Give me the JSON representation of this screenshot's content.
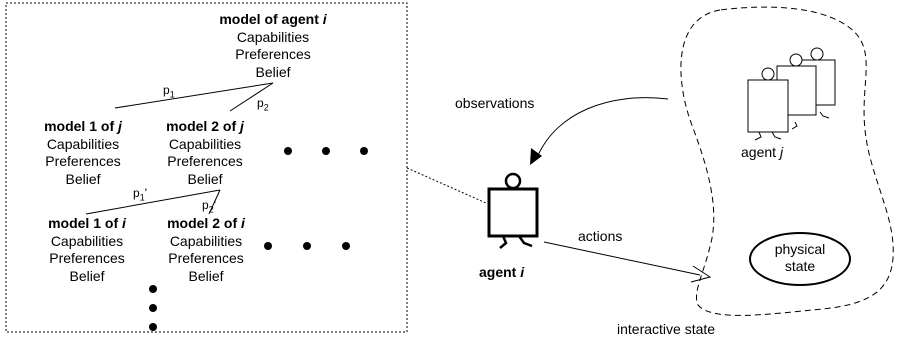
{
  "top_model": {
    "title_prefix": "model of agent ",
    "title_agent": "i",
    "lines": [
      "Capabilities",
      "Preferences",
      "Belief"
    ]
  },
  "j_models": [
    {
      "title_prefix": "model 1 of ",
      "title_agent": "j",
      "lines": [
        "Capabilities",
        "Preferences",
        "Belief"
      ]
    },
    {
      "title_prefix": "model 2 of ",
      "title_agent": "j",
      "lines": [
        "Capabilities",
        "Preferences",
        "Belief"
      ]
    }
  ],
  "i_models": [
    {
      "title_prefix": "model 1 of ",
      "title_agent": "i",
      "lines": [
        "Capabilities",
        "Preferences",
        "Belief"
      ]
    },
    {
      "title_prefix": "model 2 of ",
      "title_agent": "i",
      "lines": [
        "Capabilities",
        "Preferences",
        "Belief"
      ]
    }
  ],
  "probabilities": {
    "p1": {
      "base": "p",
      "sub": "1"
    },
    "p2": {
      "base": "p",
      "sub": "2"
    },
    "p1_prime": {
      "base": "p",
      "sub": "1",
      "mark": "'"
    },
    "p2_prime": {
      "base": "p",
      "sub": "2",
      "mark": "'"
    }
  },
  "labels": {
    "observations": "observations",
    "actions": "actions",
    "agent_i_prefix": "agent ",
    "agent_i_var": "i",
    "agent_j_prefix": "agent ",
    "agent_j_var": "j",
    "physical_state_line1": "physical",
    "physical_state_line2": "state",
    "interactive_state": "interactive state"
  }
}
